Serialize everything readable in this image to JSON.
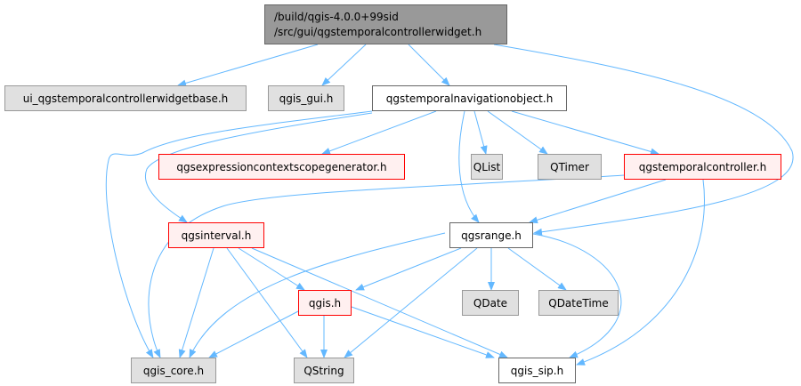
{
  "colors": {
    "edge": "#63b8ff",
    "root_fill": "#999999",
    "gray_fill": "#e0e0e0",
    "red_border": "#ff0000",
    "red_fill": "#fff0f0"
  },
  "nodes": {
    "root": {
      "line1": "/build/qgis-4.0.0+99sid",
      "line2": "/src/gui/qgstemporalcontrollerwidget.h"
    },
    "ui": {
      "label": "ui_qgstemporalcontrollerwidgetbase.h",
      "style": "gray"
    },
    "qgis_gui": {
      "label": "qgis_gui.h",
      "style": "gray"
    },
    "navobj": {
      "label": "qgstemporalnavigationobject.h",
      "style": "white"
    },
    "expr": {
      "label": "qgsexpressioncontextscopegenerator.h",
      "style": "red"
    },
    "qlist": {
      "label": "QList",
      "style": "gray"
    },
    "qtimer": {
      "label": "QTimer",
      "style": "gray"
    },
    "tc": {
      "label": "qgstemporalcontroller.h",
      "style": "red"
    },
    "interval": {
      "label": "qgsinterval.h",
      "style": "red"
    },
    "range": {
      "label": "qgsrange.h",
      "style": "white"
    },
    "qgis": {
      "label": "qgis.h",
      "style": "red"
    },
    "qdate": {
      "label": "QDate",
      "style": "gray"
    },
    "qdatetime": {
      "label": "QDateTime",
      "style": "gray"
    },
    "core": {
      "label": "qgis_core.h",
      "style": "gray"
    },
    "qstring": {
      "label": "QString",
      "style": "gray"
    },
    "sip": {
      "label": "qgis_sip.h",
      "style": "white"
    }
  },
  "edges": [
    [
      "root",
      "ui"
    ],
    [
      "root",
      "qgis_gui"
    ],
    [
      "root",
      "navobj"
    ],
    [
      "root",
      "range"
    ],
    [
      "navobj",
      "core"
    ],
    [
      "navobj",
      "interval"
    ],
    [
      "navobj",
      "expr"
    ],
    [
      "navobj",
      "qlist"
    ],
    [
      "navobj",
      "qtimer"
    ],
    [
      "navobj",
      "tc"
    ],
    [
      "navobj",
      "range"
    ],
    [
      "tc",
      "core"
    ],
    [
      "tc",
      "range"
    ],
    [
      "tc",
      "sip"
    ],
    [
      "interval",
      "core"
    ],
    [
      "interval",
      "qstring"
    ],
    [
      "interval",
      "qgis"
    ],
    [
      "interval",
      "sip"
    ],
    [
      "range",
      "core"
    ],
    [
      "range",
      "qgis"
    ],
    [
      "range",
      "qstring"
    ],
    [
      "range",
      "qdate"
    ],
    [
      "range",
      "qdatetime"
    ],
    [
      "range",
      "sip"
    ],
    [
      "qgis",
      "core"
    ],
    [
      "qgis",
      "qstring"
    ],
    [
      "qgis",
      "sip"
    ]
  ]
}
